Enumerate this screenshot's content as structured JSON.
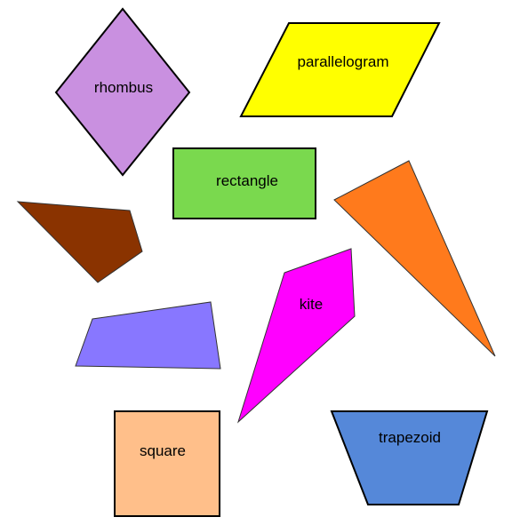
{
  "shapes": [
    {
      "id": "rhombus",
      "label": "rhombus",
      "color": "#c990e0"
    },
    {
      "id": "parallelogram",
      "label": "parallelogram",
      "color": "#ffff00"
    },
    {
      "id": "rectangle",
      "label": "rectangle",
      "color": "#7ad94e"
    },
    {
      "id": "orange-shape",
      "label": "",
      "color": "#ff7a1c"
    },
    {
      "id": "brown-shape",
      "label": "",
      "color": "#8a3300"
    },
    {
      "id": "kite",
      "label": "kite",
      "color": "#ff00ff"
    },
    {
      "id": "purple-shape",
      "label": "",
      "color": "#8877ff"
    },
    {
      "id": "square",
      "label": "square",
      "color": "#ffbf8a"
    },
    {
      "id": "trapezoid",
      "label": "trapezoid",
      "color": "#5588d9"
    }
  ]
}
